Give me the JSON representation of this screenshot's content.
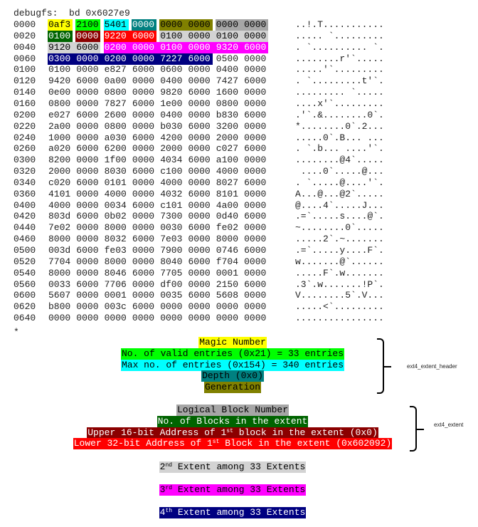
{
  "command": "debugfs:  bd 0x6027e9",
  "rows": [
    {
      "offset": "0000",
      "hex": [
        "0af3",
        "2100",
        "5401",
        "0000",
        "0000",
        "0000",
        "0000",
        "0000"
      ],
      "ascii": "..!.T..........."
    },
    {
      "offset": "0020",
      "hex": [
        "0100",
        "0000",
        "9220",
        "6000",
        "0100",
        "0000",
        "0100",
        "0000"
      ],
      "ascii": "..... `........."
    },
    {
      "offset": "0040",
      "hex": [
        "9120",
        "6000",
        "0200",
        "0000",
        "0100",
        "0000",
        "9320",
        "6000"
      ],
      "ascii": ". `.......... `."
    },
    {
      "offset": "0060",
      "hex": [
        "0300",
        "0000",
        "0200",
        "0000",
        "7227",
        "6000",
        "0500",
        "0000"
      ],
      "ascii": "........r'`....."
    },
    {
      "offset": "0100",
      "hex": [
        "0100",
        "0000",
        "e827",
        "6000",
        "0600",
        "0000",
        "0400",
        "0000"
      ],
      "ascii": ".....'`........."
    },
    {
      "offset": "0120",
      "hex": [
        "9420",
        "6000",
        "0a00",
        "0000",
        "0400",
        "0000",
        "7427",
        "6000"
      ],
      "ascii": ". `.........t'`."
    },
    {
      "offset": "0140",
      "hex": [
        "0e00",
        "0000",
        "0800",
        "0000",
        "9820",
        "6000",
        "1600",
        "0000"
      ],
      "ascii": "......... `....."
    },
    {
      "offset": "0160",
      "hex": [
        "0800",
        "0000",
        "7827",
        "6000",
        "1e00",
        "0000",
        "0800",
        "0000"
      ],
      "ascii": "....x'`........."
    },
    {
      "offset": "0200",
      "hex": [
        "e027",
        "6000",
        "2600",
        "0000",
        "0400",
        "0000",
        "b830",
        "6000"
      ],
      "ascii": ".'`.&........0`."
    },
    {
      "offset": "0220",
      "hex": [
        "2a00",
        "0000",
        "0800",
        "0000",
        "b030",
        "6000",
        "3200",
        "0000"
      ],
      "ascii": "*........0`.2..."
    },
    {
      "offset": "0240",
      "hex": [
        "1000",
        "0000",
        "a030",
        "6000",
        "4200",
        "0000",
        "2000",
        "0000"
      ],
      "ascii": ".....0`.B... ..."
    },
    {
      "offset": "0260",
      "hex": [
        "a020",
        "6000",
        "6200",
        "0000",
        "2000",
        "0000",
        "c027",
        "6000"
      ],
      "ascii": ". `.b... ....'`."
    },
    {
      "offset": "0300",
      "hex": [
        "8200",
        "0000",
        "1f00",
        "0000",
        "4034",
        "6000",
        "a100",
        "0000"
      ],
      "ascii": "........@4`....."
    },
    {
      "offset": "0320",
      "hex": [
        "2000",
        "0000",
        "8030",
        "6000",
        "c100",
        "0000",
        "4000",
        "0000"
      ],
      "ascii": " ....0`.....@..."
    },
    {
      "offset": "0340",
      "hex": [
        "c020",
        "6000",
        "0101",
        "0000",
        "4000",
        "0000",
        "8027",
        "6000"
      ],
      "ascii": ". `.....@....'`."
    },
    {
      "offset": "0360",
      "hex": [
        "4101",
        "0000",
        "4000",
        "0000",
        "4032",
        "6000",
        "8101",
        "0000"
      ],
      "ascii": "A...@...@2`....."
    },
    {
      "offset": "0400",
      "hex": [
        "4000",
        "0000",
        "0034",
        "6000",
        "c101",
        "0000",
        "4a00",
        "0000"
      ],
      "ascii": "@....4`.....J..."
    },
    {
      "offset": "0420",
      "hex": [
        "803d",
        "6000",
        "0b02",
        "0000",
        "7300",
        "0000",
        "0d40",
        "6000"
      ],
      "ascii": ".=`.....s....@`."
    },
    {
      "offset": "0440",
      "hex": [
        "7e02",
        "0000",
        "8000",
        "0000",
        "0030",
        "6000",
        "fe02",
        "0000"
      ],
      "ascii": "~........0`....."
    },
    {
      "offset": "0460",
      "hex": [
        "8000",
        "0000",
        "8032",
        "6000",
        "7e03",
        "0000",
        "8000",
        "0000"
      ],
      "ascii": ".....2`.~......."
    },
    {
      "offset": "0500",
      "hex": [
        "003d",
        "6000",
        "fe03",
        "0000",
        "7900",
        "0000",
        "0746",
        "6000"
      ],
      "ascii": ".=`.....y....F`."
    },
    {
      "offset": "0520",
      "hex": [
        "7704",
        "0000",
        "8000",
        "0000",
        "8040",
        "6000",
        "f704",
        "0000"
      ],
      "ascii": "w.......@`......"
    },
    {
      "offset": "0540",
      "hex": [
        "8000",
        "0000",
        "8046",
        "6000",
        "7705",
        "0000",
        "0001",
        "0000"
      ],
      "ascii": ".....F`.w......."
    },
    {
      "offset": "0560",
      "hex": [
        "0033",
        "6000",
        "7706",
        "0000",
        "df00",
        "0000",
        "2150",
        "6000"
      ],
      "ascii": ".3`.w.......!P`."
    },
    {
      "offset": "0600",
      "hex": [
        "5607",
        "0000",
        "0001",
        "0000",
        "0035",
        "6000",
        "5608",
        "0000"
      ],
      "ascii": "V........5`.V..."
    },
    {
      "offset": "0620",
      "hex": [
        "b800",
        "0000",
        "003c",
        "6000",
        "0000",
        "0000",
        "0000",
        "0000"
      ],
      "ascii": ".....<`........."
    },
    {
      "offset": "0640",
      "hex": [
        "0000",
        "0000",
        "0000",
        "0000",
        "0000",
        "0000",
        "0000",
        "0000"
      ],
      "ascii": "................"
    }
  ],
  "repeat_marker": "*",
  "highlights": [
    {
      "row": 0,
      "from": 0,
      "to": 0,
      "bg": "#ffff00",
      "fg": "#000000"
    },
    {
      "row": 0,
      "from": 1,
      "to": 1,
      "bg": "#00ff00",
      "fg": "#000000"
    },
    {
      "row": 0,
      "from": 2,
      "to": 2,
      "bg": "#00ffff",
      "fg": "#000000"
    },
    {
      "row": 0,
      "from": 3,
      "to": 3,
      "bg": "#008080",
      "fg": "#ffffff"
    },
    {
      "row": 0,
      "from": 4,
      "to": 5,
      "bg": "#808000",
      "fg": "#000000"
    },
    {
      "row": 0,
      "from": 6,
      "to": 7,
      "bg": "#a6a6a6",
      "fg": "#000000"
    },
    {
      "row": 1,
      "from": 0,
      "to": 0,
      "bg": "#006400",
      "fg": "#ffffff"
    },
    {
      "row": 1,
      "from": 1,
      "to": 1,
      "bg": "#8b0000",
      "fg": "#ffffff"
    },
    {
      "row": 1,
      "from": 2,
      "to": 3,
      "bg": "#ff0000",
      "fg": "#ffffff"
    },
    {
      "row": 1,
      "from": 4,
      "to": 7,
      "bg": "#d3d3d3",
      "fg": "#000000"
    },
    {
      "row": 2,
      "from": 0,
      "to": 1,
      "bg": "#d3d3d3",
      "fg": "#000000"
    },
    {
      "row": 2,
      "from": 2,
      "to": 7,
      "bg": "#ff00ff",
      "fg": "#ffffff"
    },
    {
      "row": 3,
      "from": 0,
      "to": 5,
      "bg": "#000080",
      "fg": "#ffffff"
    }
  ],
  "header_legend": [
    {
      "text": "Magic Number",
      "bg": "#ffff00",
      "fg": "#000000"
    },
    {
      "text": "No. of valid entries (0x21) = 33 entries",
      "bg": "#00ff00",
      "fg": "#000000"
    },
    {
      "text": "Max no. of entries (0x154) = 340 entries",
      "bg": "#00ffff",
      "fg": "#000000"
    },
    {
      "text": "Depth (0x0)",
      "bg": "#008080",
      "fg": "#000000"
    },
    {
      "text": "Generation",
      "bg": "#808000",
      "fg": "#000000"
    }
  ],
  "header_label": "ext4_extent_header",
  "extent_legend": [
    {
      "text": "Logical Block Number",
      "bg": "#a6a6a6",
      "fg": "#000000"
    },
    {
      "text": "No. of Blocks in the extent",
      "bg": "#006400",
      "fg": "#ffffff"
    },
    {
      "pre": "Upper 16-bit Address of 1",
      "sup": "st",
      "post": " block in the extent (0x0)",
      "bg": "#8b0000",
      "fg": "#ffffff"
    },
    {
      "pre": "Lower 32-bit Address of 1",
      "sup": "st",
      "post": " Block in the extent (0x602092)",
      "bg": "#ff0000",
      "fg": "#ffffff"
    }
  ],
  "extent_label": "ext4_extent",
  "extent_keys": [
    {
      "pre": "2",
      "sup": "nd",
      "post": " Extent among 33 Extents",
      "bg": "#d3d3d3",
      "fg": "#000000"
    },
    {
      "pre": "3",
      "sup": "rd",
      "post": " Extent among 33 Extents",
      "bg": "#ff00ff",
      "fg": "#000000"
    },
    {
      "pre": "4",
      "sup": "th",
      "post": " Extent among 33 Extents",
      "bg": "#000080",
      "fg": "#ffffff"
    }
  ]
}
